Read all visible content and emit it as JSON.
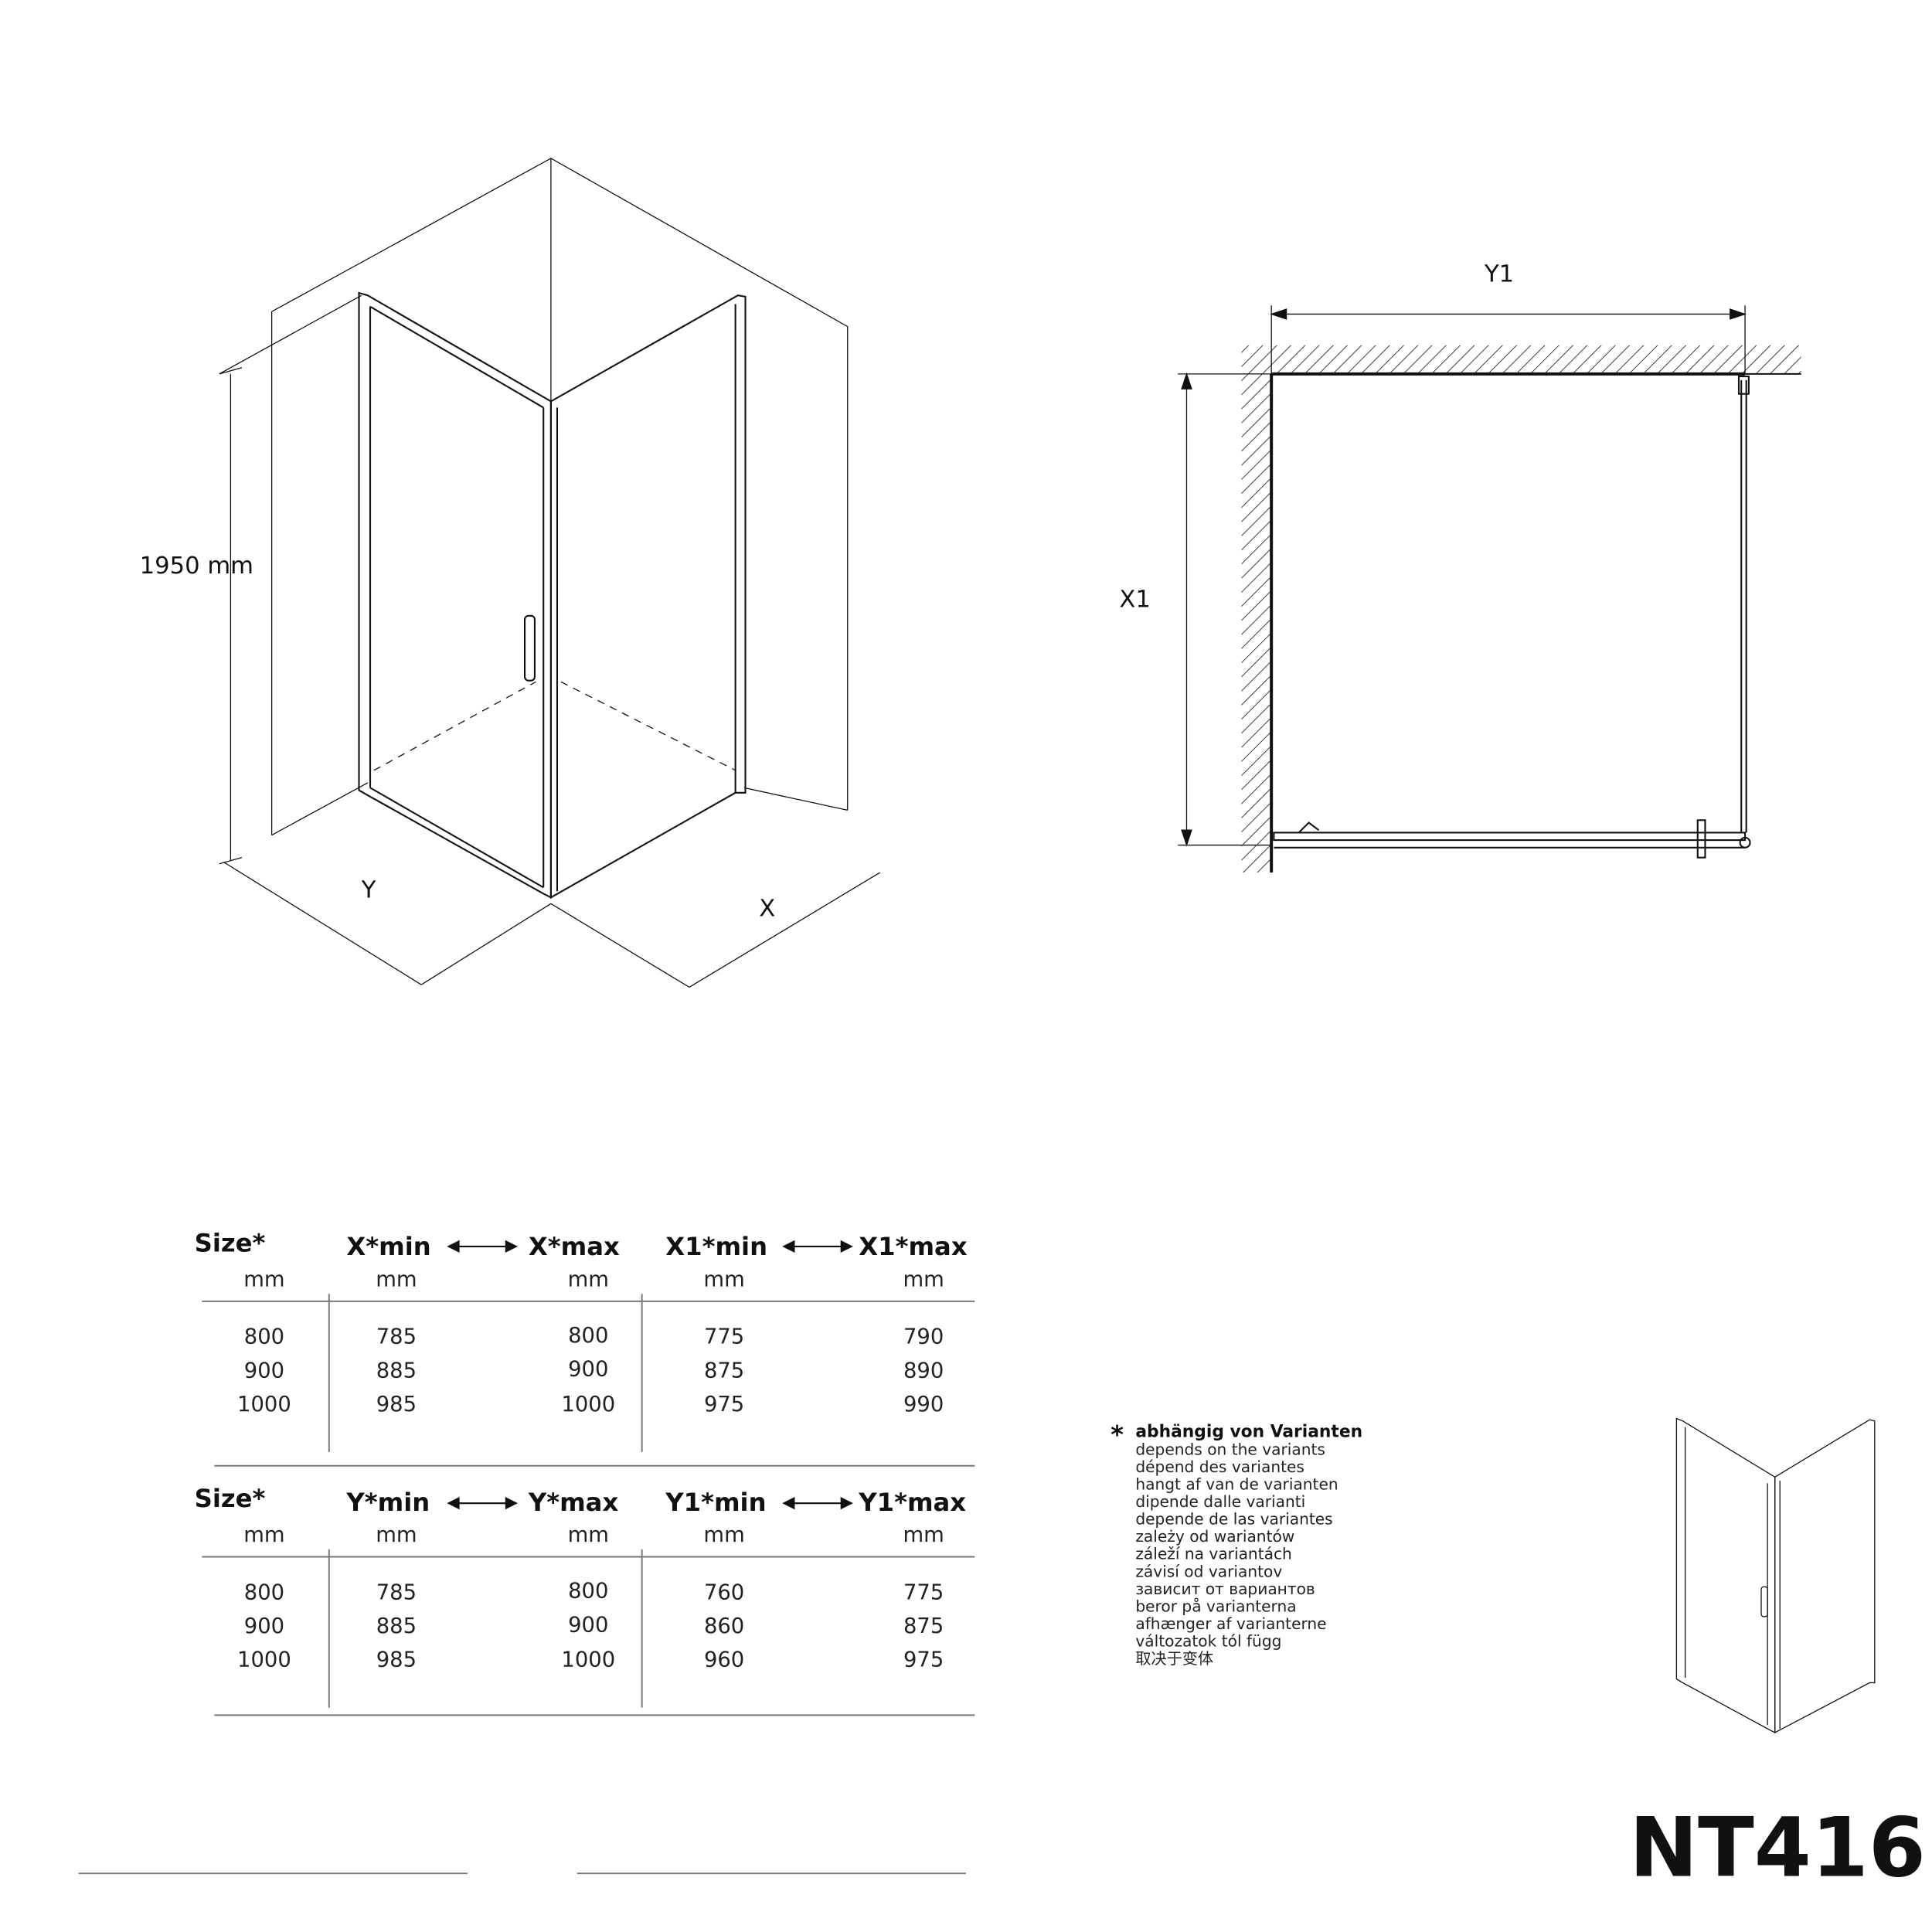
{
  "drawing_3d": {
    "height_label": "1950 mm",
    "y_label": "Y",
    "x_label": "X"
  },
  "plan": {
    "y1_label": "Y1",
    "x1_label": "X1"
  },
  "table_x": {
    "headers": [
      "Size*",
      "X*min",
      "X*max",
      "X1*min",
      "X1*max"
    ],
    "units": [
      "mm",
      "mm",
      "mm",
      "mm",
      "mm"
    ],
    "rows": [
      [
        "800",
        "785",
        "800",
        "775",
        "790"
      ],
      [
        "900",
        "885",
        "900",
        "875",
        "890"
      ],
      [
        "1000",
        "985",
        "1000",
        "975",
        "990"
      ]
    ]
  },
  "table_y": {
    "headers": [
      "Size*",
      "Y*min",
      "Y*max",
      "Y1*min",
      "Y1*max"
    ],
    "units": [
      "mm",
      "mm",
      "mm",
      "mm",
      "mm"
    ],
    "rows": [
      [
        "800",
        "785",
        "800",
        "760",
        "775"
      ],
      [
        "900",
        "885",
        "900",
        "860",
        "875"
      ],
      [
        "1000",
        "985",
        "1000",
        "960",
        "975"
      ]
    ]
  },
  "note": {
    "asterisk": "*",
    "title": "abhängig von Varianten",
    "lines": [
      "depends on the variants",
      "dépend des variantes",
      "hangt af van de varianten",
      "dipende dalle varianti",
      "depende de las variantes",
      "zależy od wariantów",
      "záleží na variantách",
      "závisí od variantov",
      "зависит от вариантов",
      "beror på varianterna",
      "afhænger af varianterne",
      "változatok tól függ",
      "取决于变体"
    ]
  },
  "model_code": "NT416"
}
